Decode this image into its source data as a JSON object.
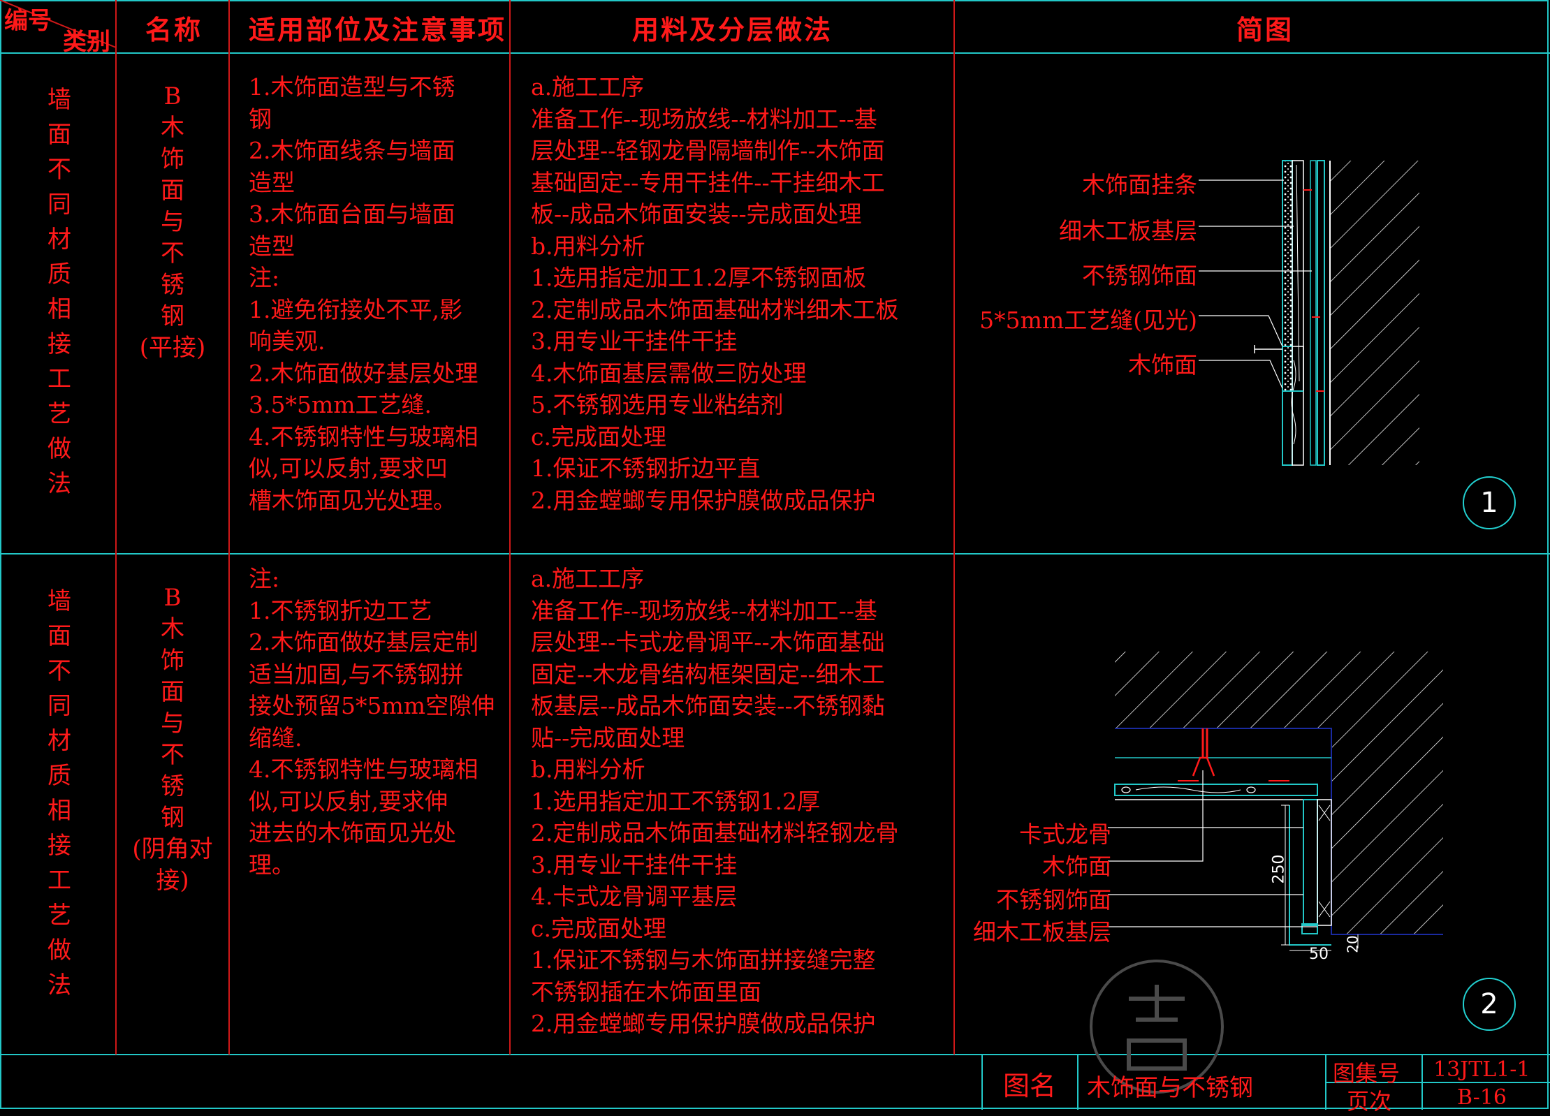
{
  "header": {
    "corner_top": "编号",
    "corner_bottom": "类别",
    "name": "名称",
    "scope": "适用部位及注意事项",
    "materials": "用料及分层做法",
    "diagram": "简图"
  },
  "rows": [
    {
      "category": [
        "墙",
        "面",
        "不",
        "同",
        "材",
        "质",
        "相",
        "接",
        "工",
        "艺",
        "做",
        "法"
      ],
      "name": [
        "B",
        "木",
        "饰",
        "面",
        "与",
        "不",
        "锈",
        "钢",
        "(平接)"
      ],
      "scope_lines": [
        "1.木饰面造型与不锈",
        "钢",
        "2.木饰面线条与墙面",
        "造型",
        "3.木饰面台面与墙面",
        "造型",
        "注:",
        "1.避免衔接处不平,影",
        "响美观.",
        "2.木饰面做好基层处理",
        "3.5*5mm工艺缝.",
        "4.不锈钢特性与玻璃相",
        "似,可以反射,要求凹",
        "槽木饰面见光处理。"
      ],
      "material_lines": [
        "a.施工工序",
        "准备工作--现场放线--材料加工--基",
        "层处理--轻钢龙骨隔墙制作--木饰面",
        "基础固定--专用干挂件--干挂细木工",
        "板--成品木饰面安装--完成面处理",
        "b.用料分析",
        "1.选用指定加工1.2厚不锈钢面板",
        "2.定制成品木饰面基础材料细木工板",
        "3.用专业干挂件干挂",
        "4.木饰面基层需做三防处理",
        "5.不锈钢选用专业粘结剂",
        "c.完成面处理",
        "1.保证不锈钢折边平直",
        "2.用金螳螂专用保护膜做成品保护"
      ],
      "callouts": [
        "木饰面挂条",
        "细木工板基层",
        "不锈钢饰面",
        "5*5mm工艺缝(见光)",
        "木饰面"
      ],
      "number": "1"
    },
    {
      "category": [
        "墙",
        "面",
        "不",
        "同",
        "材",
        "质",
        "相",
        "接",
        "工",
        "艺",
        "做",
        "法"
      ],
      "name": [
        "B",
        "木",
        "饰",
        "面",
        "与",
        "不",
        "锈",
        "钢",
        "(阴角对接)"
      ],
      "scope_lines": [
        "注:",
        "1.不锈钢折边工艺",
        "2.木饰面做好基层定制",
        "适当加固,与不锈钢拼",
        "接处预留5*5mm空隙伸",
        "缩缝.",
        "4.不锈钢特性与玻璃相",
        "似,可以反射,要求伸",
        "进去的木饰面见光处",
        "理。"
      ],
      "material_lines": [
        "a.施工工序",
        "准备工作--现场放线--材料加工--基",
        "层处理--卡式龙骨调平--木饰面基础",
        "固定--木龙骨结构框架固定--细木工",
        "板基层--成品木饰面安装--不锈钢黏",
        "贴--完成面处理",
        "b.用料分析",
        "1.选用指定加工不锈钢1.2厚",
        "2.定制成品木饰面基础材料轻钢龙骨",
        "3.用专业干挂件干挂",
        "4.卡式龙骨调平基层",
        "c.完成面处理",
        "1.保证不锈钢与木饰面拼接缝完整",
        "不锈钢插在木饰面里面",
        "2.用金螳螂专用保护膜做成品保护"
      ],
      "callouts": [
        "卡式龙骨",
        "木饰面",
        "不锈钢饰面",
        "细木工板基层"
      ],
      "dims": {
        "d250": "250",
        "d50": "50",
        "d20": "20"
      },
      "number": "2"
    }
  ],
  "title_block": {
    "label": "图名",
    "title": "木饰面与不锈钢",
    "set_label": "图集号",
    "set_value": "13JTL1-1",
    "page_label": "页次",
    "page_value": "B-16"
  },
  "colors": {
    "line_red": "#d01818",
    "line_cyan": "#22c8c8",
    "text_red": "#ff1a1a"
  }
}
